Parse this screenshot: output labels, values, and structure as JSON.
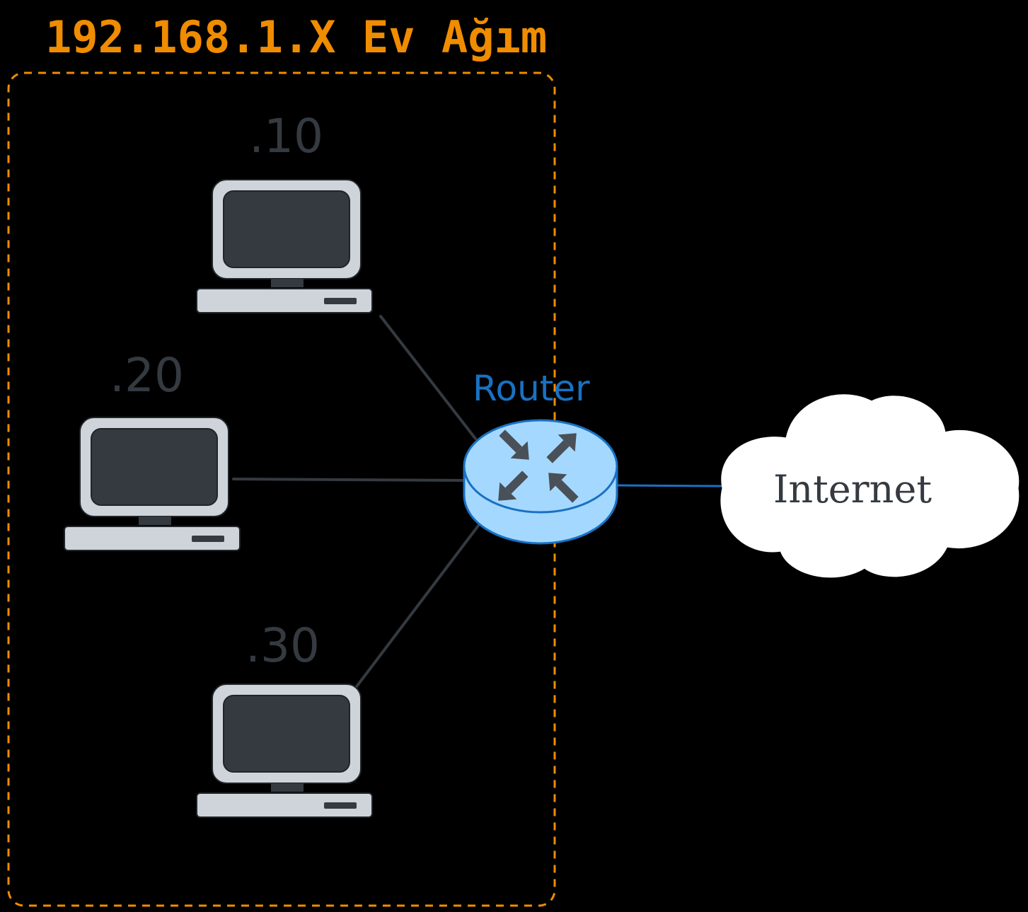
{
  "title": "192.168.1.X Ev Ağım",
  "router": {
    "label": "Router"
  },
  "internet": {
    "label": "Internet"
  },
  "hosts": [
    {
      "label": ".10"
    },
    {
      "label": ".20"
    },
    {
      "label": ".30"
    }
  ],
  "colors": {
    "background": "#000000",
    "boundary": "#f08c00",
    "router_fill": "#a5d8ff",
    "router_stroke": "#1971c2",
    "router_arrows": "#495057",
    "computer_case": "#ced4da",
    "computer_screen": "#343a40",
    "link_lan": "#343a40",
    "link_wan": "#1971c2",
    "label_dark": "#343a40",
    "cloud_fill": "#ffffff"
  }
}
